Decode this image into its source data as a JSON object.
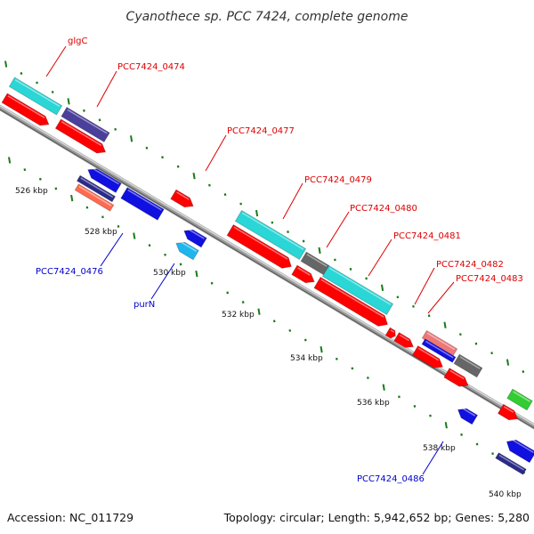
{
  "title": "Cyanothece sp. PCC 7424, complete genome",
  "footer": {
    "accession": "Accession: NC_011729",
    "summary": "Topology: circular; Length: 5,942,652 bp; Genes: 5,280"
  },
  "axis_labels": [
    "526 kbp",
    "528 kbp",
    "530 kbp",
    "532 kbp",
    "534 kbp",
    "536 kbp",
    "538 kbp",
    "540 kbp"
  ],
  "gene_labels": [
    {
      "text": "glgC",
      "color": "#dd0000"
    },
    {
      "text": "PCC7424_0474",
      "color": "#dd0000"
    },
    {
      "text": "PCC7424_0477",
      "color": "#dd0000"
    },
    {
      "text": "PCC7424_0479",
      "color": "#dd0000"
    },
    {
      "text": "PCC7424_0480",
      "color": "#dd0000"
    },
    {
      "text": "PCC7424_0481",
      "color": "#dd0000"
    },
    {
      "text": "PCC7424_0482",
      "color": "#dd0000"
    },
    {
      "text": "PCC7424_0483",
      "color": "#dd0000"
    },
    {
      "text": "PCC7424_0476",
      "color": "#0000cc"
    },
    {
      "text": "purN",
      "color": "#0000cc"
    },
    {
      "text": "PCC7424_0486",
      "color": "#0000cc"
    }
  ],
  "colors": {
    "cyan": "#2ad6d6",
    "red": "#ff0000",
    "blue": "#1010e0",
    "navy": "#2a2a8a",
    "purple": "#4a3f9a",
    "gray": "#666666",
    "green": "#33cc33",
    "pink": "#ee7777",
    "salmon": "#ff6a50",
    "skyblue": "#1fb6ee",
    "backbone": "#8a8a8a",
    "tick": "#1a7a1a"
  }
}
